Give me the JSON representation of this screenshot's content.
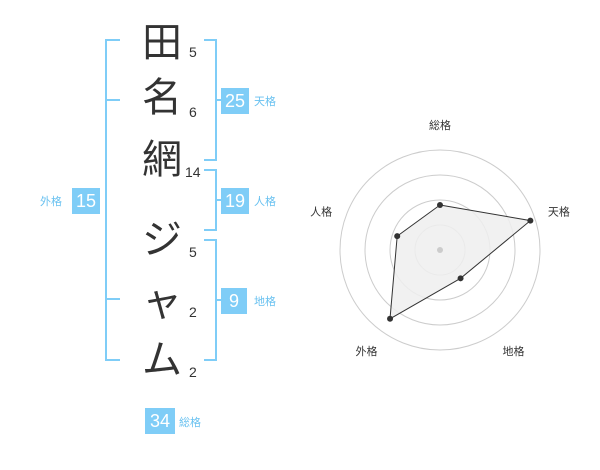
{
  "name": {
    "chars": [
      {
        "char": "田",
        "strokes": "5"
      },
      {
        "char": "名",
        "strokes": "6"
      },
      {
        "char": "網",
        "strokes": "14"
      },
      {
        "char": "ジ",
        "strokes": "5"
      },
      {
        "char": "ャ",
        "strokes": "2"
      },
      {
        "char": "ム",
        "strokes": "2"
      }
    ]
  },
  "fortune": {
    "tenkaku": {
      "value": "25",
      "label": "天格"
    },
    "jinkaku": {
      "value": "19",
      "label": "人格"
    },
    "chikaku": {
      "value": "9",
      "label": "地格"
    },
    "gaikaku": {
      "value": "15",
      "label": "外格"
    },
    "soukaku": {
      "value": "34",
      "label": "総格"
    }
  },
  "radar": {
    "axes": [
      "総格",
      "天格",
      "地格",
      "外格",
      "人格"
    ],
    "values": [
      0.45,
      0.95,
      0.35,
      0.85,
      0.45
    ],
    "colors": {
      "ring": "#cccccc",
      "fill": "#eeeeee",
      "line": "#333333",
      "point": "#333333",
      "center": "#cccccc"
    }
  },
  "colors": {
    "accent": "#7fcdf7",
    "bracket": "#7fcdf7",
    "label": "#68c1f0"
  }
}
